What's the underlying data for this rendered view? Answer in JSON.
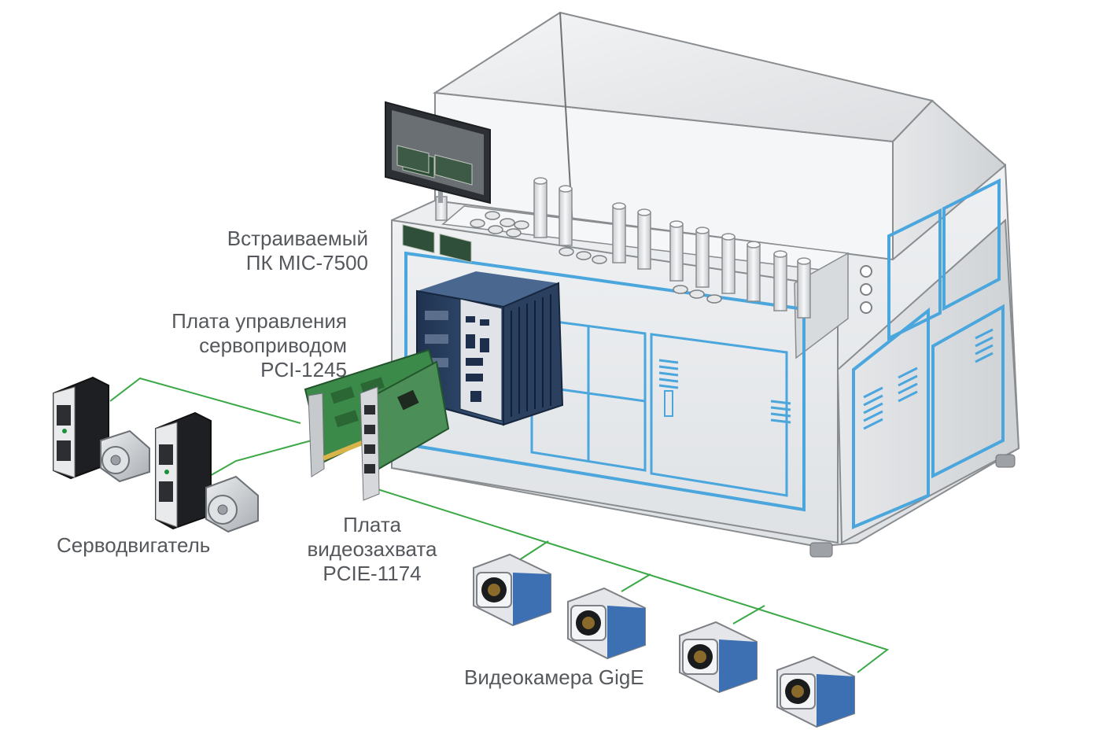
{
  "labels": {
    "embedded_pc": {
      "line1": "Встраиваемый",
      "line2": "ПК MIC-7500"
    },
    "servo_card": {
      "line1": "Плата управления",
      "line2": "сервоприводом",
      "line3": "PCI-1245"
    },
    "frame_grabber": {
      "line1": "Плата",
      "line2": "видеозахвата",
      "line3": "PCIE-1174"
    },
    "servo_motor": "Серводвигатель",
    "gige_camera": "Видеокамера GigE"
  },
  "colors": {
    "network_line": "#3aa845",
    "machine_body": "#e8e9eb",
    "machine_outline": "#8a8d90",
    "panel_accent": "#4aa6dc",
    "pc_body": "#2a3e5c",
    "pcb_green": "#3c8a4a",
    "camera_blue": "#3d6fb3",
    "text": "#55585c"
  },
  "icons": [
    "industrial-machine",
    "touch-monitor",
    "embedded-pc",
    "servo-card",
    "frame-grabber-card",
    "servo-drive",
    "servo-motor",
    "gige-camera"
  ]
}
